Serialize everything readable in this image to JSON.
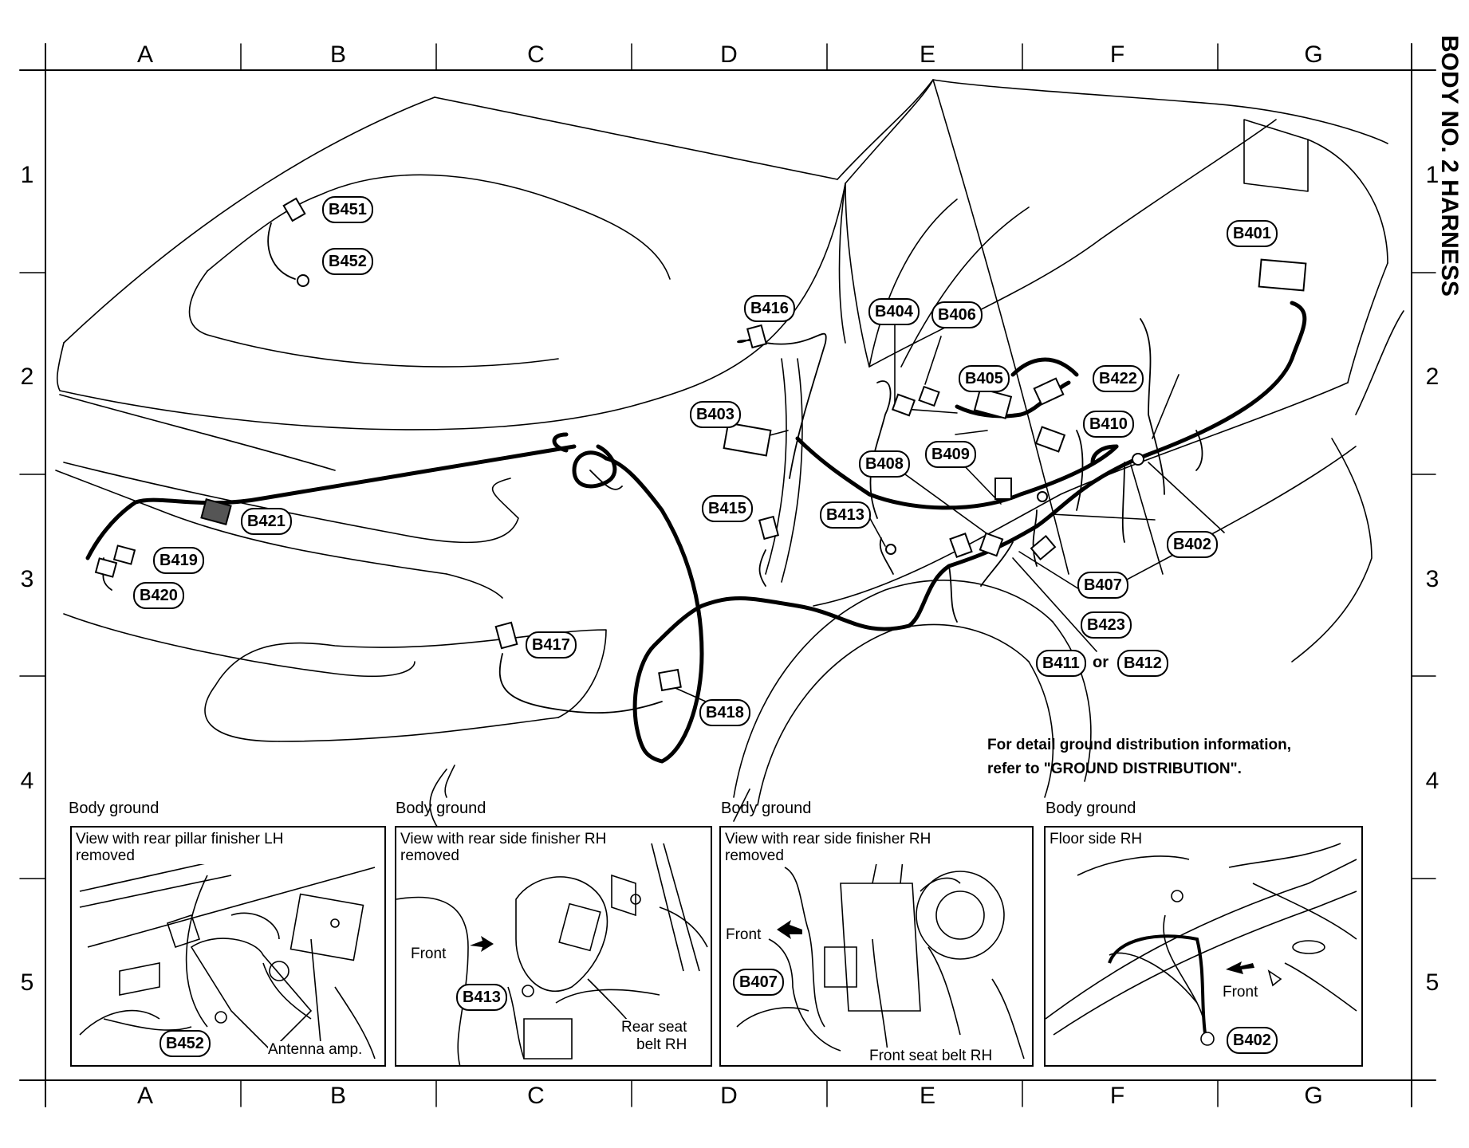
{
  "page": {
    "side_title": "BODY NO. 2 HARNESS",
    "columns": [
      "A",
      "B",
      "C",
      "D",
      "E",
      "F",
      "G"
    ],
    "rows": [
      "1",
      "2",
      "3",
      "4",
      "5"
    ]
  },
  "connectors": {
    "B451": "B451",
    "B452": "B452",
    "B416": "B416",
    "B404": "B404",
    "B406": "B406",
    "B401": "B401",
    "B405": "B405",
    "B422": "B422",
    "B403": "B403",
    "B410": "B410",
    "B409": "B409",
    "B408": "B408",
    "B421": "B421",
    "B415": "B415",
    "B413": "B413",
    "B402": "B402",
    "B419": "B419",
    "B420": "B420",
    "B407": "B407",
    "B423": "B423",
    "B417": "B417",
    "B411": "B411",
    "B412": "B412",
    "B418": "B418"
  },
  "or_text": "or",
  "note": {
    "line1": "For detail ground distribution information,",
    "line2": "refer to \"GROUND DISTRIBUTION\"."
  },
  "insets": [
    {
      "title": "Body ground",
      "caption": "View with rear pillar finisher LH\nremoved",
      "labels": [
        "Antenna amp."
      ],
      "connector": "B452"
    },
    {
      "title": "Body ground",
      "caption": "View with rear side finisher RH\nremoved",
      "labels": [
        "Front",
        "Rear seat\nbelt RH"
      ],
      "connector": "B413"
    },
    {
      "title": "Body ground",
      "caption": "View with rear side finisher RH\nremoved",
      "labels": [
        "Front",
        "Front seat belt RH"
      ],
      "connector": "B407"
    },
    {
      "title": "Body ground",
      "caption": "Floor side RH",
      "labels": [
        "Front"
      ],
      "connector": "B402"
    }
  ]
}
